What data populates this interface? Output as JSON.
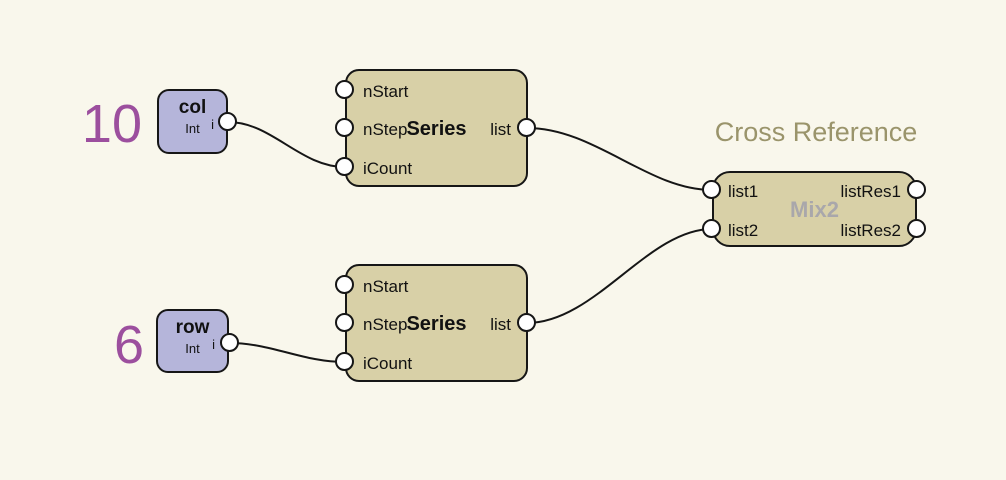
{
  "colors": {
    "canvas_bg": "#f9f7ec",
    "outline": "#161616",
    "node_tan": "#d8d0a7",
    "node_purple": "#b5b5da",
    "port_fill": "#ffffff",
    "value_purple": "#9c4f9e",
    "title_olive": "#9a946b",
    "mix_gray": "#a9a7ab"
  },
  "title": {
    "text": "Cross Reference"
  },
  "values": {
    "col": "10",
    "row": "6"
  },
  "nodes": {
    "col": {
      "name": "col",
      "type": "Int",
      "output": "i"
    },
    "row": {
      "name": "row",
      "type": "Int",
      "output": "i"
    },
    "series1": {
      "label": "Series",
      "inputs": [
        "nStart",
        "nStep",
        "iCount"
      ],
      "output": "list"
    },
    "series2": {
      "label": "Series",
      "inputs": [
        "nStart",
        "nStep",
        "iCount"
      ],
      "output": "list"
    },
    "mix2": {
      "label": "Mix2",
      "inputs": [
        "list1",
        "list2"
      ],
      "outputs": [
        "listRes1",
        "listRes2"
      ]
    }
  }
}
